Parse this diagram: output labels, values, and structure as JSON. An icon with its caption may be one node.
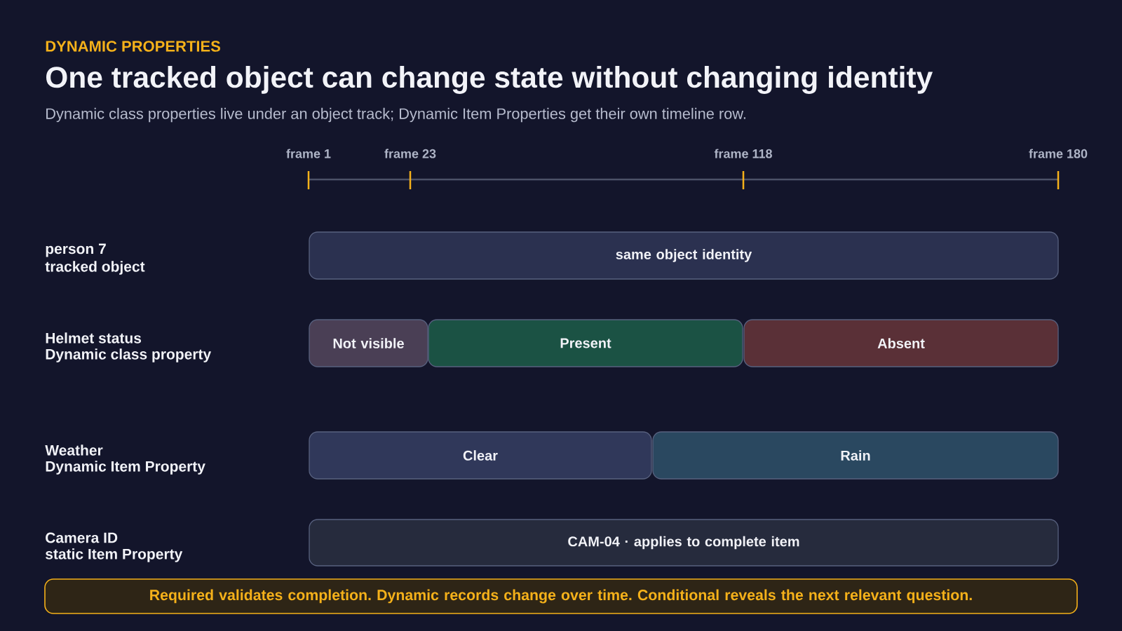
{
  "diagram": {
    "title": "One tracked object can change state without changing identity",
    "nodes": [
      {
        "text": [
          "same object identity"
        ]
      },
      {
        "text": [
          "Not visible"
        ]
      },
      {
        "text": [
          "Present"
        ]
      },
      {
        "text": [
          "Absent"
        ]
      },
      {
        "text": [
          "Clear"
        ]
      },
      {
        "text": [
          "Rain"
        ]
      },
      {
        "text": [
          "CAM-04 · applies to complete item"
        ]
      },
      {
        "text": [
          "Required validates completion. Dynamic records change over time. Conditional reveals the next relevant question."
        ]
      }
    ],
    "labels": [
      "DYNAMIC PROPERTIES",
      "Dynamic class properties live under an object track; Dynamic Item Properties get their own timeline row.",
      "frame 1",
      "frame 23",
      "frame 118",
      "frame 180",
      "person 7",
      "tracked object",
      "Helmet status",
      "Dynamic class property",
      "Weather",
      "Dynamic Item Property",
      "Camera ID",
      "static Item Property"
    ]
  }
}
